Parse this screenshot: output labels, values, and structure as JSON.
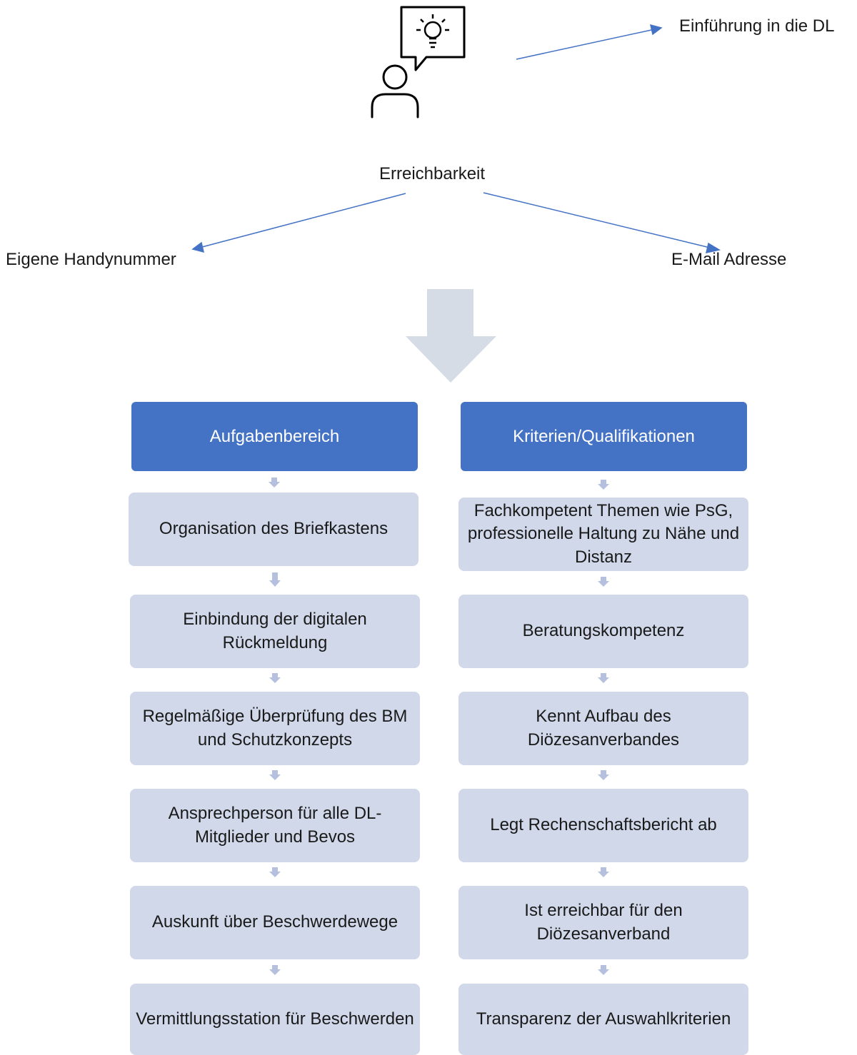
{
  "top": {
    "intro_label": "Einführung in die DL",
    "reach_label": "Erreichbarkeit",
    "left_label": "Eigene Handynummer",
    "right_label": "E-Mail Adresse"
  },
  "icons": {
    "person": "person-with-idea-icon",
    "bulb": "lightbulb-icon",
    "down": "big-down-arrow-icon"
  },
  "colors": {
    "header_bg": "#4472c4",
    "box_bg": "#d0d8ea",
    "connector": "#4472c4",
    "big_arrow": "#d5dce6",
    "small_arrow": "#b4c0de"
  },
  "left": {
    "header": "Aufgabenbereich",
    "items": [
      "Organisation des Briefkastens",
      "Einbindung der digitalen Rückmeldung",
      "Regelmäßige Überprüfung des BM und Schutzkonzepts",
      "Ansprechperson für alle DL-Mitglieder und Bevos",
      "Auskunft über Beschwerdewege",
      "Vermittlungsstation für Beschwerden"
    ]
  },
  "right": {
    "header": "Kriterien/Qualifikationen",
    "items": [
      "Fachkompetent Themen wie PsG, professionelle Haltung zu Nähe und Distanz",
      "Beratungskompetenz",
      "Kennt Aufbau des Diözesanverbandes",
      "Legt Rechenschaftsbericht ab",
      "Ist erreichbar für den Diözesanverband",
      "Transparenz der Auswahlkriterien"
    ]
  }
}
